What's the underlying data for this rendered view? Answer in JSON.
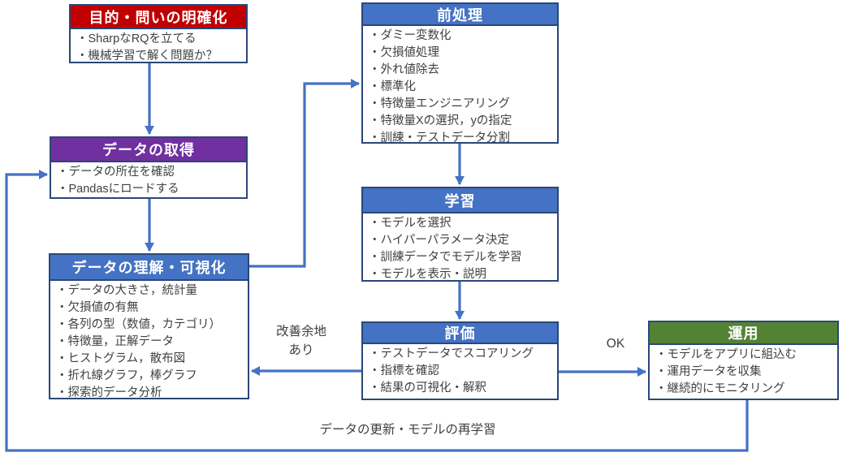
{
  "diagram": {
    "colors": {
      "arrow": "#4472C4",
      "border": "#2A4778",
      "text": "#404040",
      "header_text": "#FFFFFF",
      "background": "#FFFFFF"
    },
    "boxes": [
      {
        "id": "purpose",
        "title": "目的・問いの明確化",
        "header_color": "#C00000",
        "items": [
          "・SharpなRQを立てる",
          "・機械学習で解く問題か？"
        ]
      },
      {
        "id": "acquire",
        "title": "データの取得",
        "header_color": "#7030A0",
        "items": [
          "・データの所在を確認",
          "・Pandasにロードする"
        ]
      },
      {
        "id": "understand",
        "title": "データの理解・可視化",
        "header_color": "#4472C4",
        "items": [
          "・データの大きさ，統計量",
          "・欠損値の有無",
          "・各列の型（数値，カテゴリ）",
          "・特徴量，正解データ",
          "・ヒストグラム，散布図",
          "・折れ線グラフ，棒グラフ",
          "・探索的データ分析"
        ]
      },
      {
        "id": "preprocess",
        "title": "前処理",
        "header_color": "#4472C4",
        "items": [
          "・ダミー変数化",
          "・欠損値処理",
          "・外れ値除去",
          "・標準化",
          "・特徴量エンジニアリング",
          "・特徴量Xの選択，yの指定",
          "・訓練・テストデータ分割"
        ]
      },
      {
        "id": "train",
        "title": "学習",
        "header_color": "#4472C4",
        "items": [
          "・モデルを選択",
          "・ハイパーパラメータ決定",
          "・訓練データでモデルを学習",
          "・モデルを表示・説明"
        ]
      },
      {
        "id": "evaluate",
        "title": "評価",
        "header_color": "#4472C4",
        "items": [
          "・テストデータでスコアリング",
          "・指標を確認",
          "・結果の可視化・解釈"
        ]
      },
      {
        "id": "deploy",
        "title": "運用",
        "header_color": "#548235",
        "items": [
          "・モデルをアプリに組込む",
          "・運用データを収集",
          "・継続的にモニタリング"
        ]
      }
    ],
    "labels": {
      "improve": "改善余地\nあり",
      "ok": "OK",
      "retrain": "データの更新・モデルの再学習"
    }
  }
}
